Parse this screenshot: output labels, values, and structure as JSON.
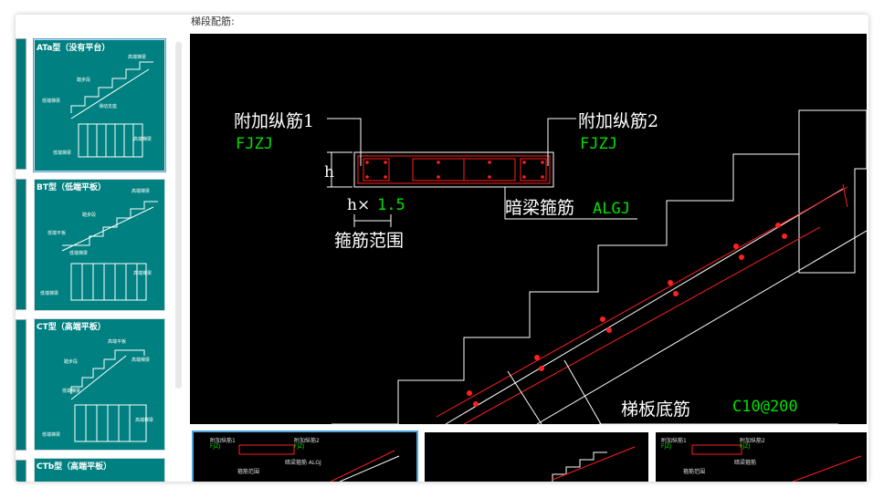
{
  "top_label": "梯段配筋:",
  "thumbnails": [
    {
      "title": "ATa型（没有平台）",
      "selected": true,
      "labels": [
        "高端梯梁",
        "踏步段",
        "低端梯梁",
        "滑动支座",
        "高端梯梁",
        "低端梯梁"
      ]
    },
    {
      "title": "BT型（低端平板）",
      "selected": false,
      "labels": [
        "高端梯梁",
        "踏步段",
        "低端平板",
        "低端梯梁",
        "高端梯梁",
        "低端梯梁"
      ]
    },
    {
      "title": "CT型（高端平板）",
      "selected": false,
      "labels": [
        "高端平板",
        "高端梯梁",
        "踏步段",
        "低端梯梁",
        "高端梯梁",
        "低端梯梁"
      ]
    },
    {
      "title": "CTb型（高端平板）",
      "selected": false,
      "labels": []
    }
  ],
  "canvas": {
    "label_fjzj1": "附加纵筋1",
    "code_fjzj1": "FJZJ",
    "label_fjzj2": "附加纵筋2",
    "code_fjzj2": "FJZJ",
    "label_h": "h",
    "label_hx": "h×",
    "code_hx": "1.5",
    "label_gjfw": "箍筋范围",
    "label_algj": "暗梁箍筋",
    "code_algj": "ALGJ",
    "label_tbdj": "梯板底筋",
    "code_tbdj": "C10@200"
  },
  "previews": [
    {
      "selected": true,
      "texts": [
        "附加纵筋1",
        "FJZJ",
        "附加纵筋2",
        "FJZJ",
        "箍筋范围",
        "暗梁箍筋 ALGJ"
      ]
    },
    {
      "selected": false,
      "texts": []
    },
    {
      "selected": false,
      "texts": [
        "附加纵筋1",
        "FJZJ",
        "附加纵筋2",
        "FJZJ",
        "箍筋范围",
        "暗梁箍筋"
      ]
    }
  ]
}
